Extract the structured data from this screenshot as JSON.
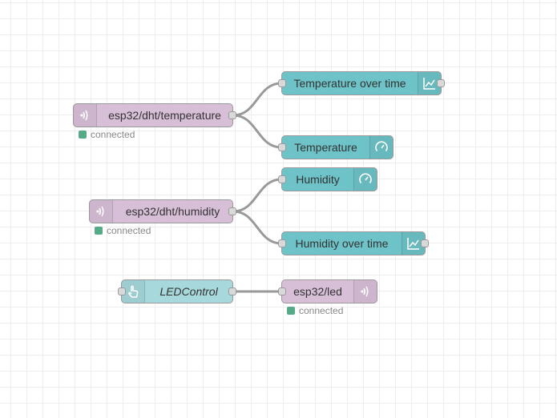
{
  "flow": {
    "nodes": {
      "temp_in": {
        "label": "esp32/dht/temperature",
        "status": "connected",
        "type": "mqtt-in",
        "icon": "wifi-icon"
      },
      "temp_chart": {
        "label": "Temperature over time",
        "type": "chart",
        "icon": "chart-icon"
      },
      "temp_gauge": {
        "label": "Temperature",
        "type": "gauge",
        "icon": "gauge-icon"
      },
      "hum_gauge": {
        "label": "Humidity",
        "type": "gauge",
        "icon": "gauge-icon"
      },
      "hum_in": {
        "label": "esp32/dht/humidity",
        "status": "connected",
        "type": "mqtt-in",
        "icon": "wifi-icon"
      },
      "hum_chart": {
        "label": "Humidity over time",
        "type": "chart",
        "icon": "chart-icon"
      },
      "led_control": {
        "label": "LEDControl",
        "type": "button",
        "icon": "hand-icon"
      },
      "led_out": {
        "label": "esp32/led",
        "status": "connected",
        "type": "mqtt-out",
        "icon": "wifi-icon"
      }
    }
  },
  "colors": {
    "mqtt": "#d8bfd8",
    "dashboard": "#6ec3c8",
    "dashboard_light": "#a6d8dc",
    "status_connected": "#5a8",
    "wire": "#999999"
  }
}
